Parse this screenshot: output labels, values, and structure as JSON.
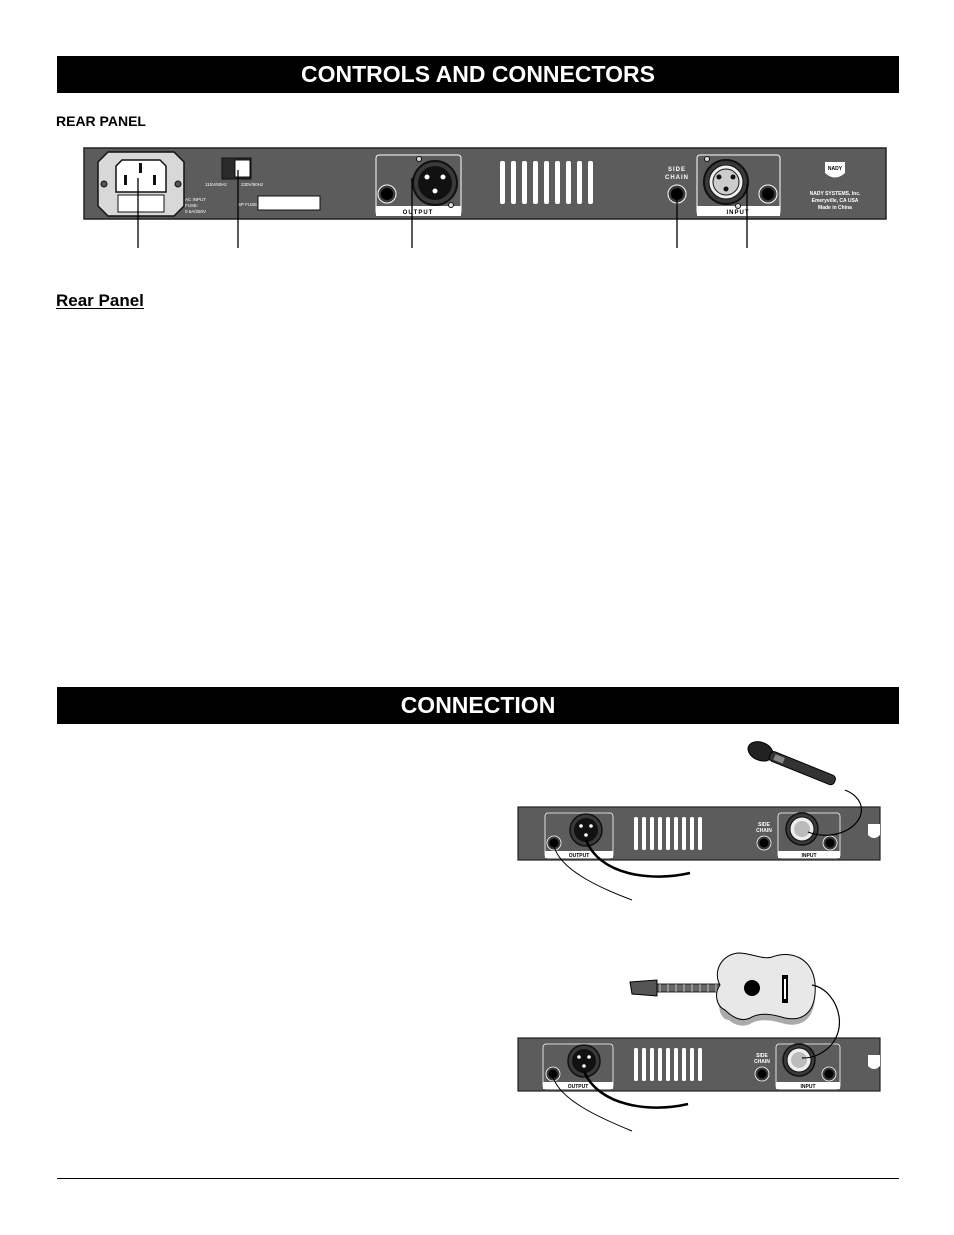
{
  "sections": {
    "controls_title": "CONTROLS AND CONNECTORS",
    "rear_panel_label": "REAR PANEL",
    "rear_panel_heading": "Rear Panel",
    "connection_title": "CONNECTION"
  },
  "panel": {
    "ac_input_lines": [
      "AC INPUT",
      "FUSE:",
      "0.5A/250V"
    ],
    "voltage_left": "115V/60Hz",
    "voltage_right": "230V/50Hz",
    "fuse_label": "SP FUSE",
    "output_label": "OUTPUT",
    "input_label": "INPUT",
    "side_chain_lines": [
      "SIDE",
      "CHAIN"
    ],
    "company_lines": [
      "NADY SYSTEMS, Inc.",
      "Emeryville, CA USA",
      "Made in China"
    ],
    "logo_text": "NADY"
  },
  "colors": {
    "banner": "#000000",
    "panel_face": "#5c5c5c",
    "panel_dark": "#2a2a2a",
    "guitar_body": "#e8e8e8"
  }
}
